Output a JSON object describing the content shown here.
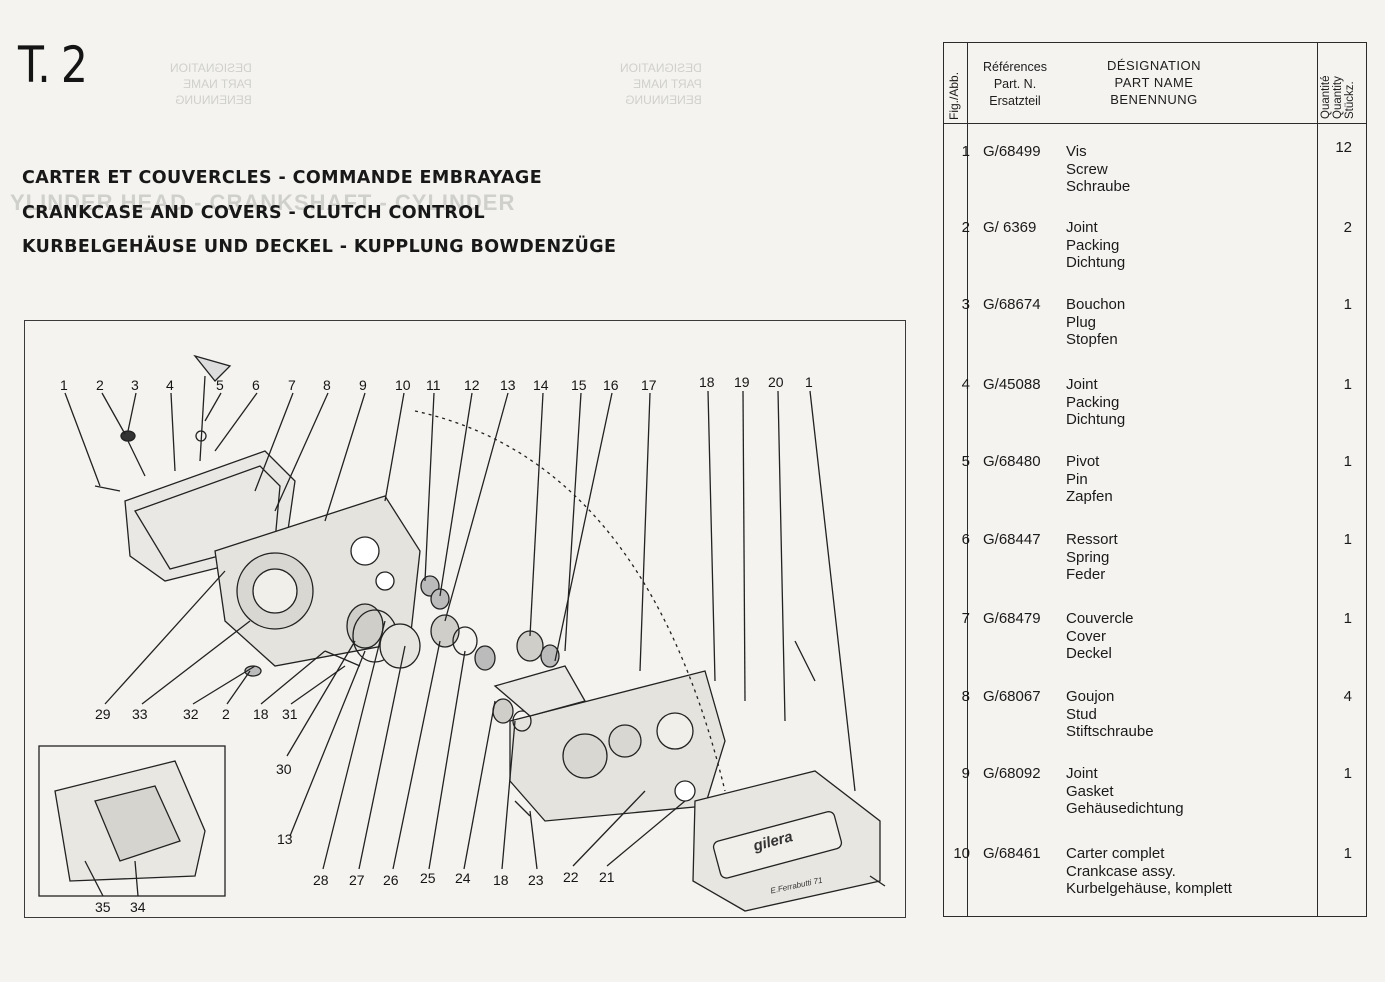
{
  "page": {
    "plate_number": "T. 2",
    "titles": [
      "CARTER ET COUVERCLES - COMMANDE EMBRAYAGE",
      "CRANKCASE AND COVERS - CLUTCH CONTROL",
      "KURBELGEHÄUSE UND DECKEL - KUPPLUNG BOWDENZÜGE"
    ]
  },
  "diagram": {
    "callouts_top": [
      "1",
      "2",
      "3",
      "4",
      "5",
      "6",
      "7",
      "8",
      "9",
      "10",
      "11",
      "12",
      "13",
      "14",
      "15",
      "16",
      "17",
      "18",
      "19",
      "20",
      "1"
    ],
    "callouts_bottom_left": [
      "29",
      "33",
      "32",
      "2",
      "18",
      "31"
    ],
    "callouts_middle": [
      "30",
      "13"
    ],
    "callouts_bottom": [
      "28",
      "27",
      "26",
      "25",
      "24",
      "18",
      "23",
      "22",
      "21"
    ],
    "callouts_inset": [
      "35",
      "34"
    ],
    "cover_logo": "gilera",
    "artist_signature": "E.Ferrabutti 71"
  },
  "table": {
    "header": {
      "fig": "Fig./Abb.",
      "ref_lines": [
        "Références",
        "Part. N.",
        "Ersatzteil"
      ],
      "des_lines": [
        "DÉSIGNATION",
        "PART  NAME",
        "BENENNUNG"
      ],
      "qty_lines": [
        "Quantité",
        "Quantity",
        "Stückz."
      ]
    },
    "rows": [
      {
        "fig": "1",
        "ref": "G/68499",
        "names": [
          "Vis",
          "Screw",
          "Schraube"
        ],
        "qty": "12"
      },
      {
        "fig": "2",
        "ref": "G/  6369",
        "names": [
          "Joint",
          "Packing",
          "Dichtung"
        ],
        "qty": "2"
      },
      {
        "fig": "3",
        "ref": "G/68674",
        "names": [
          "Bouchon",
          "Plug",
          "Stopfen"
        ],
        "qty": "1"
      },
      {
        "fig": "4",
        "ref": "G/45088",
        "names": [
          "Joint",
          "Packing",
          "Dichtung"
        ],
        "qty": "1"
      },
      {
        "fig": "5",
        "ref": "G/68480",
        "names": [
          "Pivot",
          "Pin",
          "Zapfen"
        ],
        "qty": "1"
      },
      {
        "fig": "6",
        "ref": "G/68447",
        "names": [
          "Ressort",
          "Spring",
          "Feder"
        ],
        "qty": "1"
      },
      {
        "fig": "7",
        "ref": "G/68479",
        "names": [
          "Couvercle",
          "Cover",
          "Deckel"
        ],
        "qty": "1"
      },
      {
        "fig": "8",
        "ref": "G/68067",
        "names": [
          "Goujon",
          "Stud",
          "Stiftschraube"
        ],
        "qty": "4"
      },
      {
        "fig": "9",
        "ref": "G/68092",
        "names": [
          "Joint",
          "Gasket",
          "Gehäusedichtung"
        ],
        "qty": "1"
      },
      {
        "fig": "10",
        "ref": "G/68461",
        "names": [
          "Carter complet",
          "Crankcase assy.",
          "Kurbelgehäuse,  komplett"
        ],
        "qty": "1"
      }
    ]
  }
}
